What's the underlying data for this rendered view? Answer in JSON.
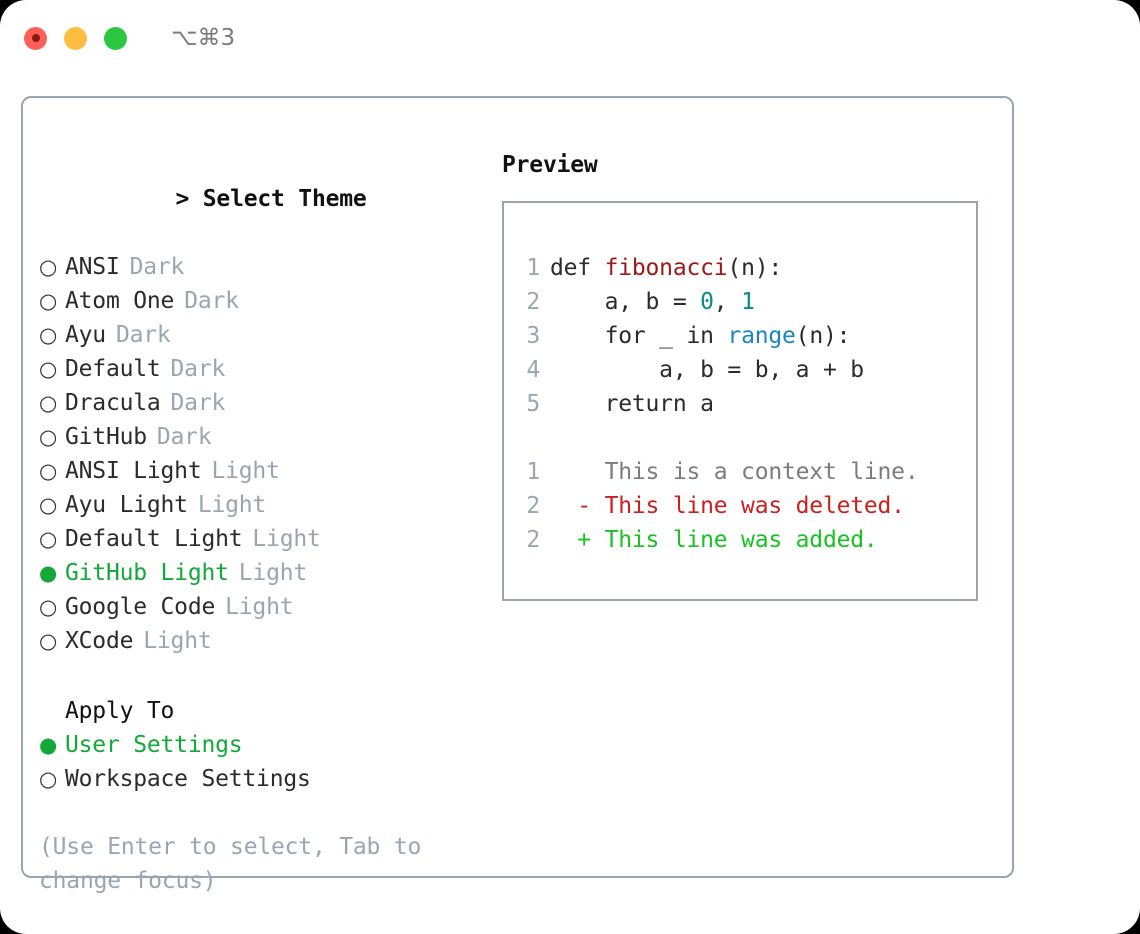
{
  "titlebar": {
    "shortcut": "⌥⌘3",
    "dots": [
      {
        "name": "close",
        "color": "#fb6058"
      },
      {
        "name": "minimize",
        "color": "#fcbd40"
      },
      {
        "name": "maximize",
        "color": "#2bc73f"
      }
    ]
  },
  "theme_section": {
    "caret": "> ",
    "heading": "Select Theme",
    "marker_off": "○",
    "marker_on": "●",
    "items": [
      {
        "label": "ANSI",
        "tag": "Dark",
        "selected": false
      },
      {
        "label": "Atom One",
        "tag": "Dark",
        "selected": false
      },
      {
        "label": "Ayu",
        "tag": "Dark",
        "selected": false
      },
      {
        "label": "Default",
        "tag": "Dark",
        "selected": false
      },
      {
        "label": "Dracula",
        "tag": "Dark",
        "selected": false
      },
      {
        "label": "GitHub",
        "tag": "Dark",
        "selected": false
      },
      {
        "label": "ANSI Light",
        "tag": "Light",
        "selected": false
      },
      {
        "label": "Ayu Light",
        "tag": "Light",
        "selected": false
      },
      {
        "label": "Default Light",
        "tag": "Light",
        "selected": false
      },
      {
        "label": "GitHub Light",
        "tag": "Light",
        "selected": true
      },
      {
        "label": "Google Code",
        "tag": "Light",
        "selected": false
      },
      {
        "label": "XCode",
        "tag": "Light",
        "selected": false
      }
    ]
  },
  "apply_section": {
    "heading": "Apply To",
    "items": [
      {
        "label": "User Settings",
        "selected": true
      },
      {
        "label": "Workspace Settings",
        "selected": false
      }
    ]
  },
  "hint": "(Use Enter to select, Tab to change focus)",
  "preview": {
    "title": "Preview",
    "code_lines": [
      {
        "no": "1",
        "tokens": [
          {
            "t": "def ",
            "c": "kw"
          },
          {
            "t": "fibonacci",
            "c": "fn"
          },
          {
            "t": "(n):",
            "c": "plain"
          }
        ]
      },
      {
        "no": "2",
        "tokens": [
          {
            "t": "    a, b = ",
            "c": "plain"
          },
          {
            "t": "0",
            "c": "num"
          },
          {
            "t": ", ",
            "c": "plain"
          },
          {
            "t": "1",
            "c": "num"
          }
        ]
      },
      {
        "no": "3",
        "tokens": [
          {
            "t": "    for _ in ",
            "c": "kw"
          },
          {
            "t": "range",
            "c": "call"
          },
          {
            "t": "(n):",
            "c": "plain"
          }
        ]
      },
      {
        "no": "4",
        "tokens": [
          {
            "t": "        a, b = b, a + b",
            "c": "plain"
          }
        ]
      },
      {
        "no": "5",
        "tokens": [
          {
            "t": "    return a",
            "c": "kw"
          }
        ]
      }
    ],
    "diff_lines": [
      {
        "no": "1",
        "sign": "  ",
        "text": "This is a context line.",
        "kind": "ctx"
      },
      {
        "no": "2",
        "sign": "- ",
        "text": "This line was deleted.",
        "kind": "del"
      },
      {
        "no": "2",
        "sign": "+ ",
        "text": "This line was added.",
        "kind": "add"
      }
    ]
  },
  "colors": {
    "accent_green": "#14a83a",
    "muted": "#9aa5b1",
    "border": "#9aa5b1",
    "diff_add": "#17c222",
    "diff_del": "#cc1f1f",
    "tok_fn": "#a01919",
    "tok_num": "#0a8a82",
    "tok_call": "#1a85c0"
  }
}
